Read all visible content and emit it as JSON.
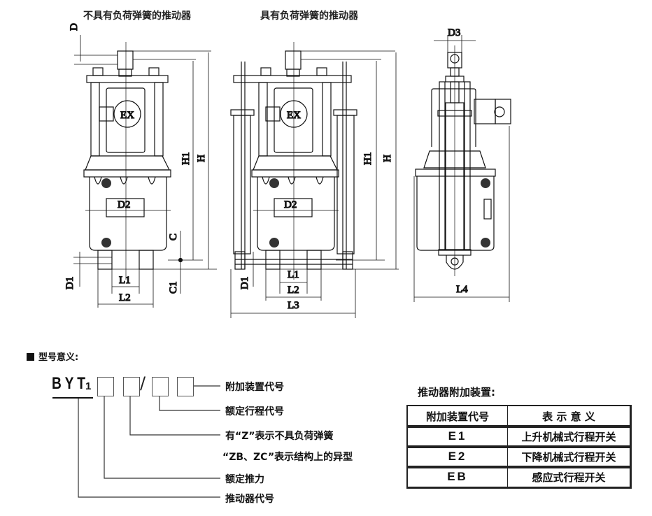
{
  "drawings": {
    "left_title": "不具有负荷弹簧的推动器",
    "middle_title": "具有负荷弹簧的推动器",
    "ex_mark": "EX",
    "dimensions": {
      "D": "D",
      "D1": "D1",
      "D2": "D2",
      "D3": "D3",
      "H": "H",
      "H1": "H1",
      "C": "C",
      "C1": "C1",
      "L1": "L1",
      "L2": "L2",
      "L3": "L3",
      "L4": "L4"
    }
  },
  "model_meaning": {
    "heading": "型号意义:",
    "code_prefix": "BYT",
    "code_subscript": "1",
    "slash": "/",
    "labels": {
      "accessory_code": "附加装置代号",
      "rated_stroke_code": "额定行程代号",
      "z_meaning": "有“Z”表示不具负荷弹簧",
      "zb_zc_meaning": "“ZB、ZC”表示结构上的异型",
      "rated_thrust": "额定推力",
      "actuator_code": "推动器代号"
    }
  },
  "accessory_table": {
    "title": "推动器附加装置:",
    "headers": [
      "附加装置代号",
      "表 示 意 义"
    ],
    "rows": [
      {
        "code": "E1",
        "meaning": "上升机械式行程开关"
      },
      {
        "code": "E2",
        "meaning": "下降机械式行程开关"
      },
      {
        "code": "EB",
        "meaning": "感应式行程开关"
      }
    ]
  }
}
